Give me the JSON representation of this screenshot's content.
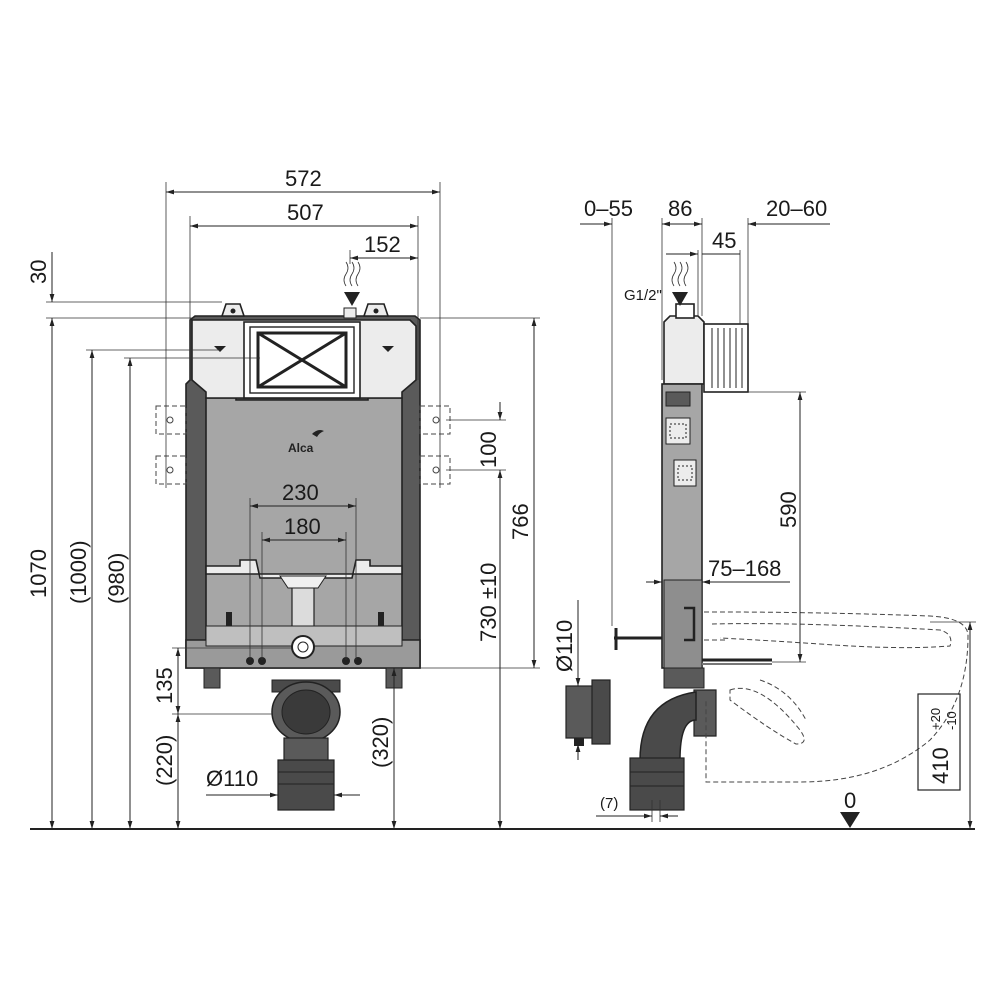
{
  "front_view": {
    "overall_width": "572",
    "frame_width": "507",
    "inlet_offset": "152",
    "top_offset": "30",
    "total_height": "1070",
    "height_1000": "(1000)",
    "height_980": "(980)",
    "bracket_spacing": "100",
    "outlet_spacing_outer": "230",
    "outlet_spacing_inner": "180",
    "bolt_height": "730 ±10",
    "frame_height": "766",
    "bottom_gap": "135",
    "waste_height": "(220)",
    "foot_height": "(320)",
    "waste_diameter": "Ø110",
    "brand": "Alca"
  },
  "side_view": {
    "depth_adjust": "0–55",
    "frame_depth": "86",
    "tank_offset": "20–60",
    "inlet_depth": "45",
    "inlet_thread": "G1/2\"",
    "stud_height": "590",
    "stud_range": "75–168",
    "pipe_diameter": "Ø110",
    "pipe_offset": "(7)",
    "floor_level": "0",
    "bowl_height": "410",
    "bowl_tol_plus": "+20",
    "bowl_tol_minus": "-10"
  },
  "colors": {
    "line": "#222222",
    "frame_fill": "#5a5a5a",
    "panel_fill": "#a6a6a6",
    "tank_fill": "#ececec",
    "pipe_fill": "#4a4a4a"
  },
  "icons": {
    "arrow": "arrow-icon",
    "water": "water-inlet-icon",
    "floor": "floor-level-icon"
  }
}
